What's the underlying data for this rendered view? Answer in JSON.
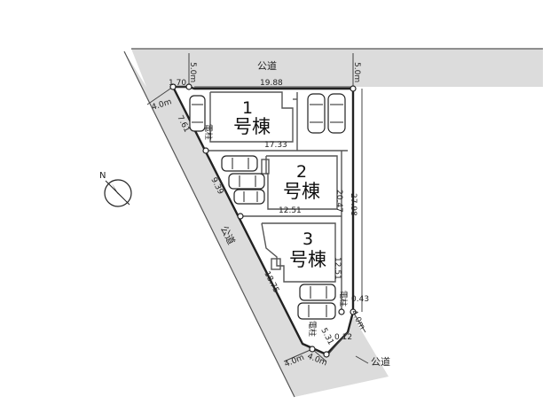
{
  "roads": {
    "top": "公道",
    "diagonal": "公道",
    "bottom_right": "公道"
  },
  "lots": [
    {
      "number": "1",
      "label": "号棟"
    },
    {
      "number": "2",
      "label": "号棟"
    },
    {
      "number": "3",
      "label": "号棟"
    }
  ],
  "utility_poles": [
    "電柱",
    "電柱",
    "電柱"
  ],
  "compass": {
    "label": "N"
  },
  "dimensions": {
    "road_width_left": "5.0m",
    "road_width_right": "5.0m",
    "top_frontage": "19.88",
    "corner_cut_top": "1.70",
    "road_width_diagonal_top": "4.0m",
    "corner_short": "7.61",
    "lot1_bottom": "17.33",
    "diagonal_mid": "9.39",
    "lot2_bottom": "12.51",
    "right_lot2": "20.47",
    "right_total": "27.98",
    "diagonal_lower": "18.75",
    "right_lot3": "12.51",
    "corner_right": "0.43",
    "road_width_bottom_right": "4.0m",
    "bottom_edge_a": "5.31",
    "bottom_edge_b": "0.12",
    "road_width_bottom_a": "4.0m",
    "road_width_bottom_b": "4.0m"
  }
}
